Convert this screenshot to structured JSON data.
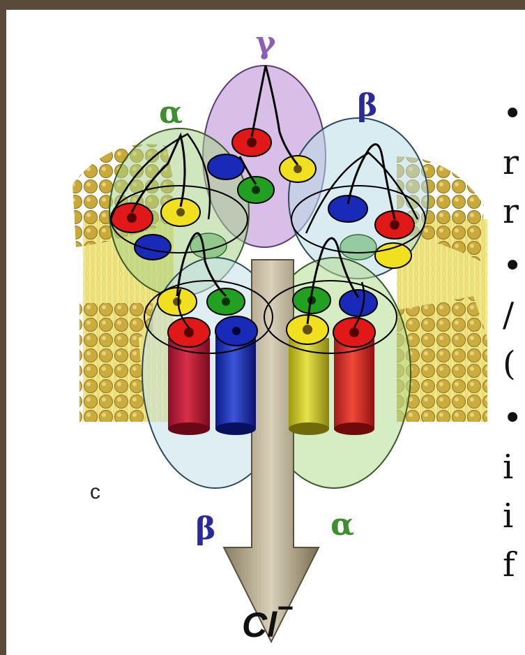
{
  "labels": {
    "gamma": "γ",
    "alpha_top": "α",
    "beta_top": "β",
    "beta_bottom": "β",
    "alpha_bottom": "α",
    "panel_letter": "c",
    "ion": "Cl",
    "ion_charge": "−"
  },
  "side_text_lines": [
    "•",
    "r",
    "r",
    "•",
    "/",
    "(",
    "•",
    "i",
    "i",
    "f"
  ],
  "colors": {
    "alpha": "#3f8f2f",
    "beta": "#2a2a9a",
    "gamma": "#8b5fb8",
    "helix_red": "#d01818",
    "helix_yellow": "#e8d61a",
    "helix_green": "#2a9a2a",
    "helix_blue": "#1a2ab8",
    "membrane": "#e9e07a",
    "lipid_head": "#c9a93a",
    "frame": "#5a4a3a"
  }
}
